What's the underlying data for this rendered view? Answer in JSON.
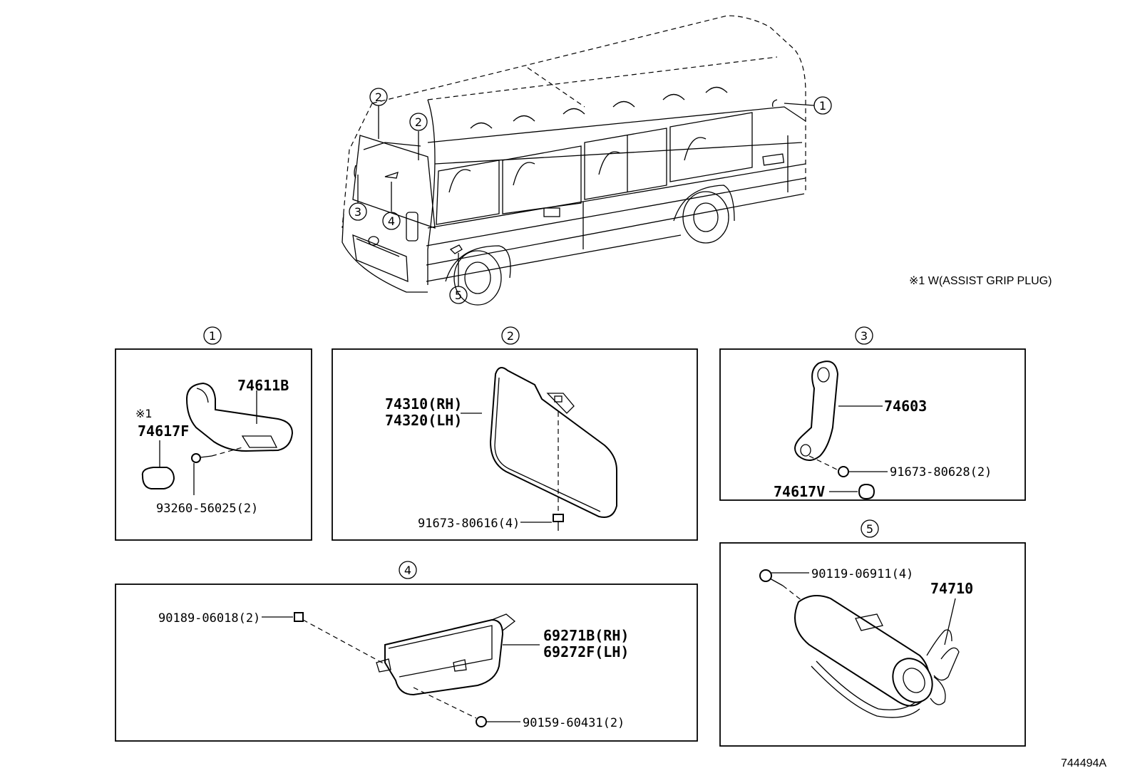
{
  "note": "※1 W(ASSIST GRIP PLUG)",
  "diagram_id": "744494A",
  "callouts": {
    "c1": "1",
    "c2": "2",
    "c3": "3",
    "c4": "4",
    "c5": "5"
  },
  "panel1": {
    "grip": "74611B",
    "note_mark": "※1",
    "plug": "74617F",
    "screw": "93260-56025(2)"
  },
  "panel2": {
    "visor_rh": "74310(RH)",
    "visor_lh": "74320(LH)",
    "screw": "91673-80616(4)"
  },
  "panel3": {
    "grip": "74603",
    "screw": "91673-80628(2)",
    "plug": "74617V"
  },
  "panel4": {
    "nut": "90189-06018(2)",
    "holder_rh": "69271B(RH)",
    "holder_lh": "69272F(LH)",
    "screw": "90159-60431(2)"
  },
  "panel5": {
    "bolt": "90119-06911(4)",
    "extinguisher": "74710"
  }
}
